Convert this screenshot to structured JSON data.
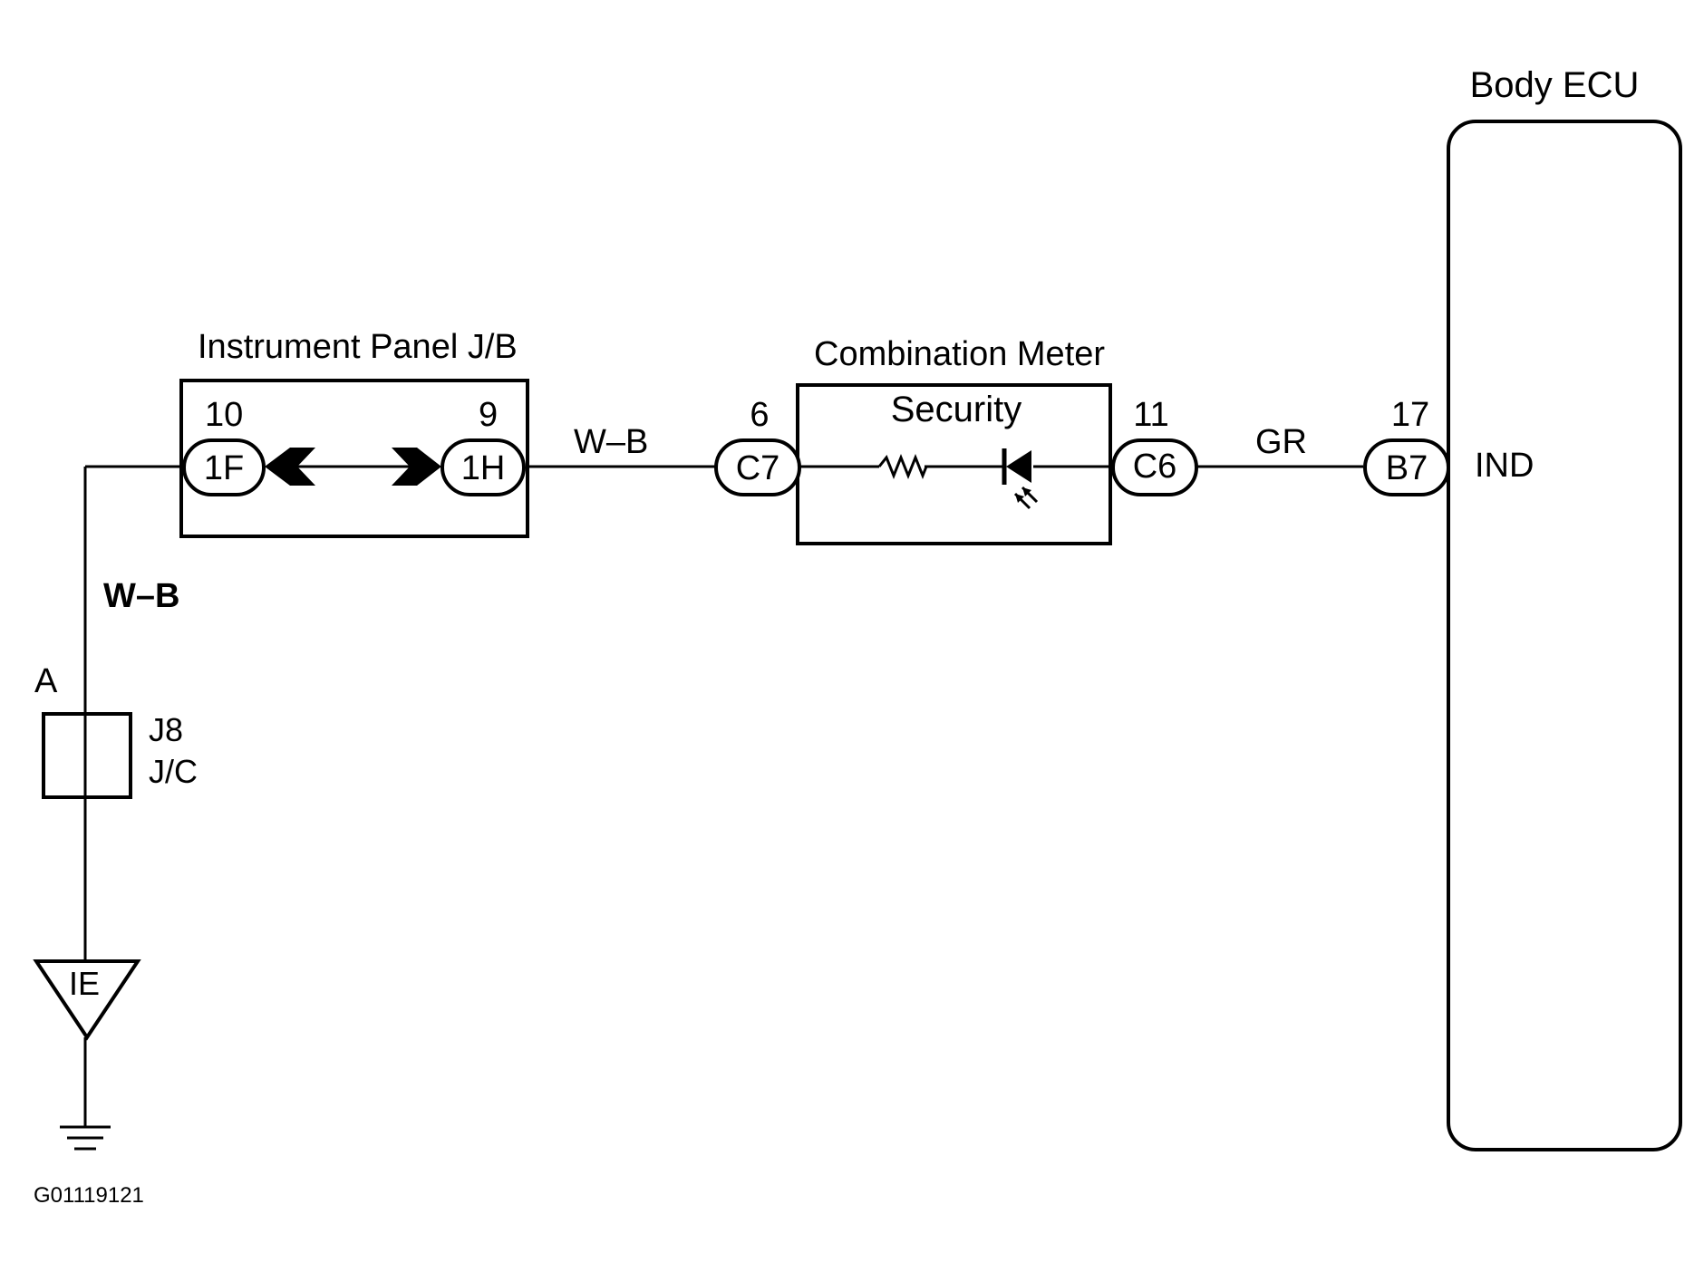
{
  "components": {
    "body_ecu": {
      "title": "Body ECU",
      "terminal_label": "IND"
    },
    "instrument_panel_jb": {
      "title": "Instrument Panel J/B"
    },
    "combination_meter": {
      "title": "Combination Meter",
      "indicator": "Security"
    },
    "junction_connector": {
      "marker": "A",
      "line1": "J8",
      "line2": "J/C"
    },
    "ground_point": {
      "label": "IE"
    }
  },
  "connectors": {
    "c_1f": {
      "code": "1F",
      "pin": "10"
    },
    "c_1h": {
      "code": "1H",
      "pin": "9"
    },
    "c_c7": {
      "code": "C7",
      "pin": "6"
    },
    "c_c6": {
      "code": "C6",
      "pin": "11"
    },
    "c_b7": {
      "code": "B7",
      "pin": "17"
    }
  },
  "wires": {
    "jb_to_meter": "W–B",
    "meter_to_ecu": "GR",
    "ground_run": "W–B"
  },
  "figure_id": "G01119121"
}
